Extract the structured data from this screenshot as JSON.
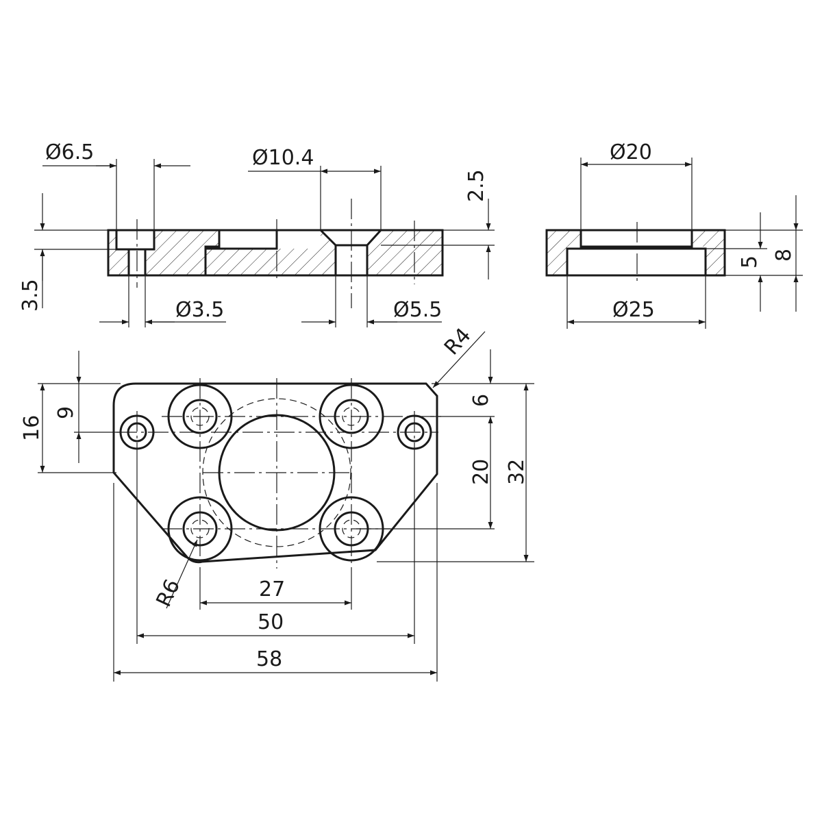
{
  "colors": {
    "ink": "#1a1a1a",
    "paper": "#ffffff"
  },
  "section_left": {
    "dia_counterbore": "Ø6.5",
    "dia_through_small": "Ø3.5",
    "dia_countersink": "Ø10.4",
    "dia_through_large": "Ø5.5",
    "depth_counterbore": "3.5",
    "depth_countersink": "2.5"
  },
  "section_right": {
    "dia_top": "Ø20",
    "dia_bottom": "Ø25",
    "height_recess": "5",
    "height_total": "8"
  },
  "plan_view": {
    "radius_corner": "R4",
    "radius_boss": "R6",
    "width_inner": "27",
    "width_holes": "50",
    "width_total": "58",
    "height_top": "16",
    "height_hole_offset": "9",
    "height_from_top": "6",
    "height_hole_spacing": "20",
    "height_total": "32"
  }
}
